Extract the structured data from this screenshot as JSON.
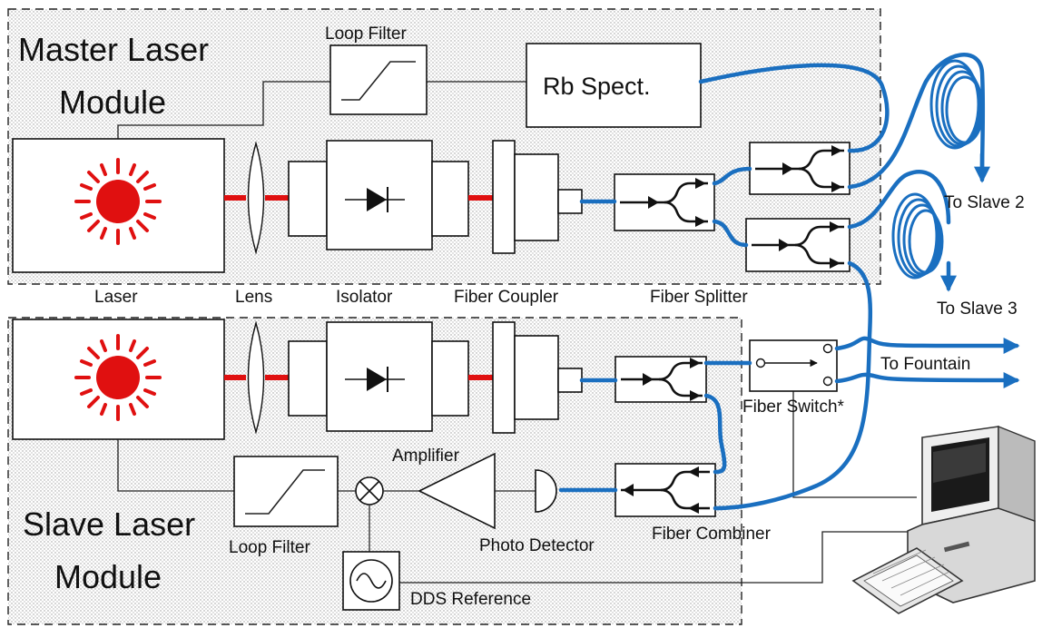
{
  "modules": {
    "master_title_line1": "Master Laser",
    "master_title_line2": "Module",
    "slave_title_line1": "Slave Laser",
    "slave_title_line2": "Module"
  },
  "labels": {
    "loop_filter_top": "Loop Filter",
    "rb_spect": "Rb Spect.",
    "laser": "Laser",
    "lens": "Lens",
    "isolator": "Isolator",
    "fiber_coupler": "Fiber Coupler",
    "fiber_splitter": "Fiber Splitter",
    "to_slave_2": "To Slave 2",
    "to_slave_3": "To Slave 3",
    "to_fountain": "To Fountain",
    "fiber_switch": "Fiber Switch*",
    "amplifier": "Amplifier",
    "loop_filter_bottom": "Loop Filter",
    "photo_detector": "Photo Detector",
    "fiber_combiner": "Fiber Combiner",
    "dds_reference": "DDS Reference"
  },
  "colors": {
    "fiber": "#1a6fc0",
    "laser": "#e01010",
    "beam": "#e01010"
  },
  "icons": [
    "laser-sun-icon",
    "lens-icon",
    "diode-icon",
    "mixer-icon",
    "sine-source-icon",
    "computer-icon",
    "arrow-icon"
  ]
}
